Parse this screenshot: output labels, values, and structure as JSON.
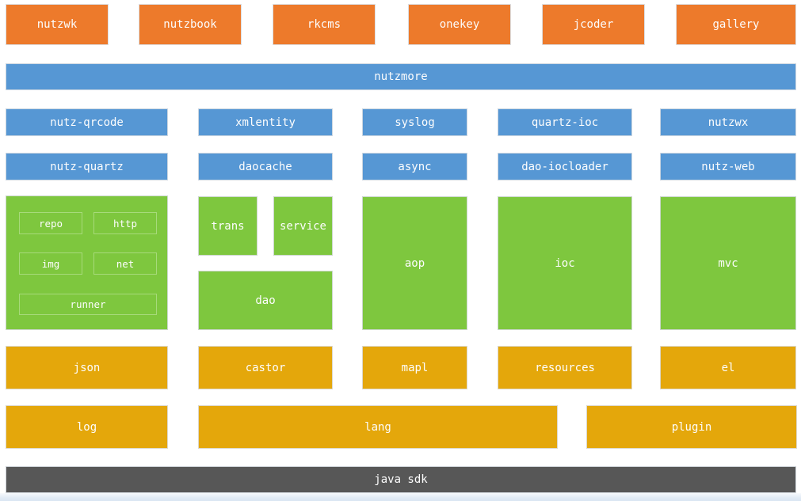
{
  "apps": [
    "nutzwk",
    "nutzbook",
    "rkcms",
    "onekey",
    "jcoder",
    "gallery"
  ],
  "nutzmore_label": "nutzmore",
  "plugins_row1": [
    "nutz-qrcode",
    "xmlentity",
    "syslog",
    "quartz-ioc",
    "nutzwx"
  ],
  "plugins_row2": [
    "nutz-quartz",
    "daocache",
    "async",
    "dao-iocloader",
    "nutz-web"
  ],
  "core": {
    "util_items": [
      "repo",
      "http",
      "img",
      "net",
      "runner"
    ],
    "blocks": [
      "trans",
      "service",
      "dao",
      "aop",
      "ioc",
      "mvc"
    ]
  },
  "libs_row1": [
    "json",
    "castor",
    "mapl",
    "resources",
    "el"
  ],
  "libs_row2": [
    "log",
    "lang",
    "plugin"
  ],
  "base_label": "java sdk",
  "colors": {
    "app_orange": "#ed7a2b",
    "module_blue": "#5697d4",
    "core_green": "#7ec73e",
    "lib_gold": "#e4a70b",
    "base_gray": "#575757",
    "text_white": "#fdfdfd"
  }
}
